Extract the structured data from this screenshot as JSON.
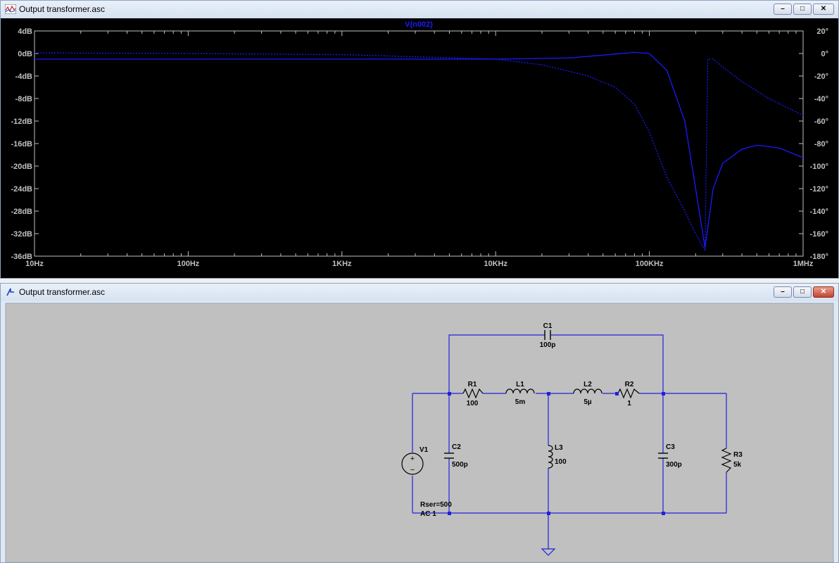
{
  "waveform_window": {
    "title": "Output transformer.asc",
    "trace_label": "V(n002)",
    "trace_color": "#1a1aff",
    "background_color": "#000000",
    "axis_color": "#c0c0c0",
    "buttons": {
      "minimize": "–",
      "maximize": "□",
      "close": "✕"
    }
  },
  "schematic_window": {
    "title": "Output transformer.asc",
    "background_color": "#c0c0c0",
    "wire_color": "#1a1aff",
    "buttons": {
      "minimize": "–",
      "maximize": "□",
      "close": "✕"
    },
    "components": {
      "c1": {
        "name": "C1",
        "value": "100p"
      },
      "r1": {
        "name": "R1",
        "value": "100"
      },
      "l1": {
        "name": "L1",
        "value": "5m"
      },
      "l2": {
        "name": "L2",
        "value": "5µ"
      },
      "r2": {
        "name": "R2",
        "value": "1"
      },
      "v1": {
        "name": "V1",
        "value1": "Rser=500",
        "value2": "AC 1"
      },
      "c2": {
        "name": "C2",
        "value": "500p"
      },
      "l3": {
        "name": "L3",
        "value": "100"
      },
      "c3": {
        "name": "C3",
        "value": "300p"
      },
      "r3": {
        "name": "R3",
        "value": "5k"
      }
    }
  },
  "chart_data": {
    "type": "line",
    "title": "V(n002)",
    "x_scale": "log",
    "xlim": [
      10,
      1000000
    ],
    "x_ticks": [
      "10Hz",
      "100Hz",
      "1KHz",
      "10KHz",
      "100KHz",
      "1MHz"
    ],
    "y_left_ticks": [
      "4dB",
      "0dB",
      "-4dB",
      "-8dB",
      "-12dB",
      "-16dB",
      "-20dB",
      "-24dB",
      "-28dB",
      "-32dB",
      "-36dB"
    ],
    "y_left_lim": [
      -36,
      4
    ],
    "y_right_ticks": [
      "20°",
      "0°",
      "-20°",
      "-40°",
      "-60°",
      "-80°",
      "-100°",
      "-120°",
      "-140°",
      "-160°",
      "-180°"
    ],
    "y_right_lim": [
      -180,
      20
    ],
    "series": [
      {
        "style": "solid",
        "axis": "left",
        "x": [
          10,
          100,
          1000,
          10000,
          30000,
          60000,
          80000,
          100000,
          130000,
          170000,
          200000,
          230000,
          260000,
          300000,
          400000,
          500000,
          700000,
          1000000
        ],
        "y": [
          -1.0,
          -1.0,
          -1.0,
          -1.0,
          -0.8,
          -0.1,
          0.2,
          0.0,
          -3.0,
          -12.0,
          -24.0,
          -34.5,
          -24.0,
          -19.5,
          -17.0,
          -16.3,
          -16.8,
          -18.5
        ]
      },
      {
        "style": "dotted",
        "axis": "right",
        "x": [
          10,
          100,
          1000,
          10000,
          20000,
          40000,
          60000,
          80000,
          100000,
          130000,
          170000,
          200000,
          230000,
          240000,
          260000,
          300000,
          400000,
          600000,
          1000000
        ],
        "y": [
          0.5,
          0,
          -1,
          -5,
          -10,
          -20,
          -30,
          -45,
          -70,
          -110,
          -140,
          -160,
          -175,
          -5,
          -5,
          -12,
          -25,
          -40,
          -55
        ]
      }
    ]
  }
}
